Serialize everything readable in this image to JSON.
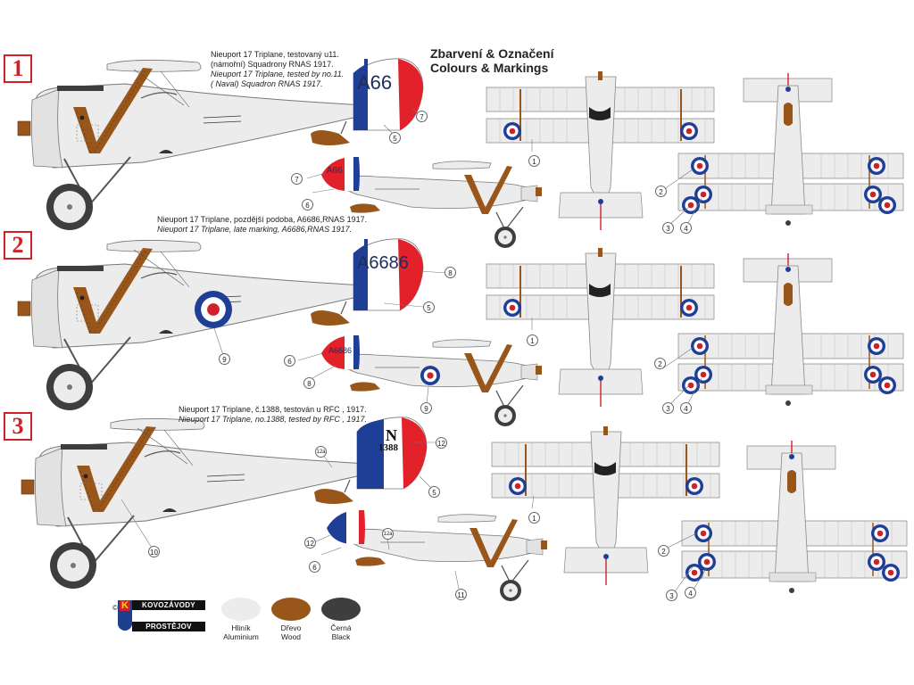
{
  "header": {
    "title_cz": "Zbarvení & Označení",
    "title_en": "Colours & Markings"
  },
  "schemes": [
    {
      "number": "1",
      "caption_cz_1": "Nieuport 17 Triplane, testovaný u11.",
      "caption_cz_2": "(námořní) Squadrony RNAS 1917.",
      "caption_en_1": "Nieuport 17 Triplane, tested by no.11.",
      "caption_en_2": "( Naval) Squadron RNAS 1917.",
      "rudder_serial": "A66",
      "small_rudder_serial": "A66",
      "callouts": [
        "7",
        "5",
        "7",
        "6",
        "1",
        "2",
        "3",
        "4"
      ]
    },
    {
      "number": "2",
      "caption_cz_1": "Nieuport 17 Triplane, pozdější podoba, A6686,RNAS 1917.",
      "caption_en_1": "Nieuport 17 Triplane, late marking, A6686,RNAS 1917.",
      "rudder_serial": "A6686",
      "small_rudder_serial": "A6686",
      "callouts": [
        "8",
        "5",
        "9",
        "6",
        "8",
        "9",
        "1",
        "2",
        "3",
        "4"
      ]
    },
    {
      "number": "3",
      "caption_cz_1": "Nieuport 17 Triplane, č.1388, testován u RFC , 1917.",
      "caption_en_1": "Nieuport 17 Triplane, no.1388, tested by RFC , 1917.",
      "rudder_letter": "N",
      "rudder_serial": "1388",
      "callouts": [
        "12",
        "12a",
        "5",
        "10",
        "12",
        "12a",
        "6",
        "11",
        "1",
        "2",
        "3",
        "4"
      ]
    }
  ],
  "legend": [
    {
      "cz": "Hliník",
      "en": "Aluminium",
      "color": "#ececec"
    },
    {
      "cz": "Dřevo",
      "en": "Wood",
      "color": "#99561a"
    },
    {
      "cz": "Černá",
      "en": "Black",
      "color": "#3e3e3e"
    }
  ],
  "logo": {
    "top": "KOVOZÁVODY",
    "bottom": "PROSTĚJOV",
    "copyright": "©"
  },
  "colors": {
    "aluminium": "#ececec",
    "wood": "#99561a",
    "black": "#3e3e3e",
    "french_blue": "#1f3e95",
    "french_red": "#e2212b",
    "roundel_blue": "#1f3e95",
    "roundel_red": "#d12027",
    "number_red": "#d12027"
  }
}
